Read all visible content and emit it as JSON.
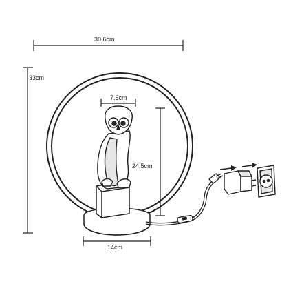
{
  "dimensions": {
    "width": "30.6cm",
    "height": "33cm",
    "head_width": "7.5cm",
    "owl_height": "24.5cm",
    "base_width": "14cm"
  },
  "colors": {
    "line": "#222222",
    "fill": "#ffffff",
    "shade": "#e6e6e6"
  }
}
